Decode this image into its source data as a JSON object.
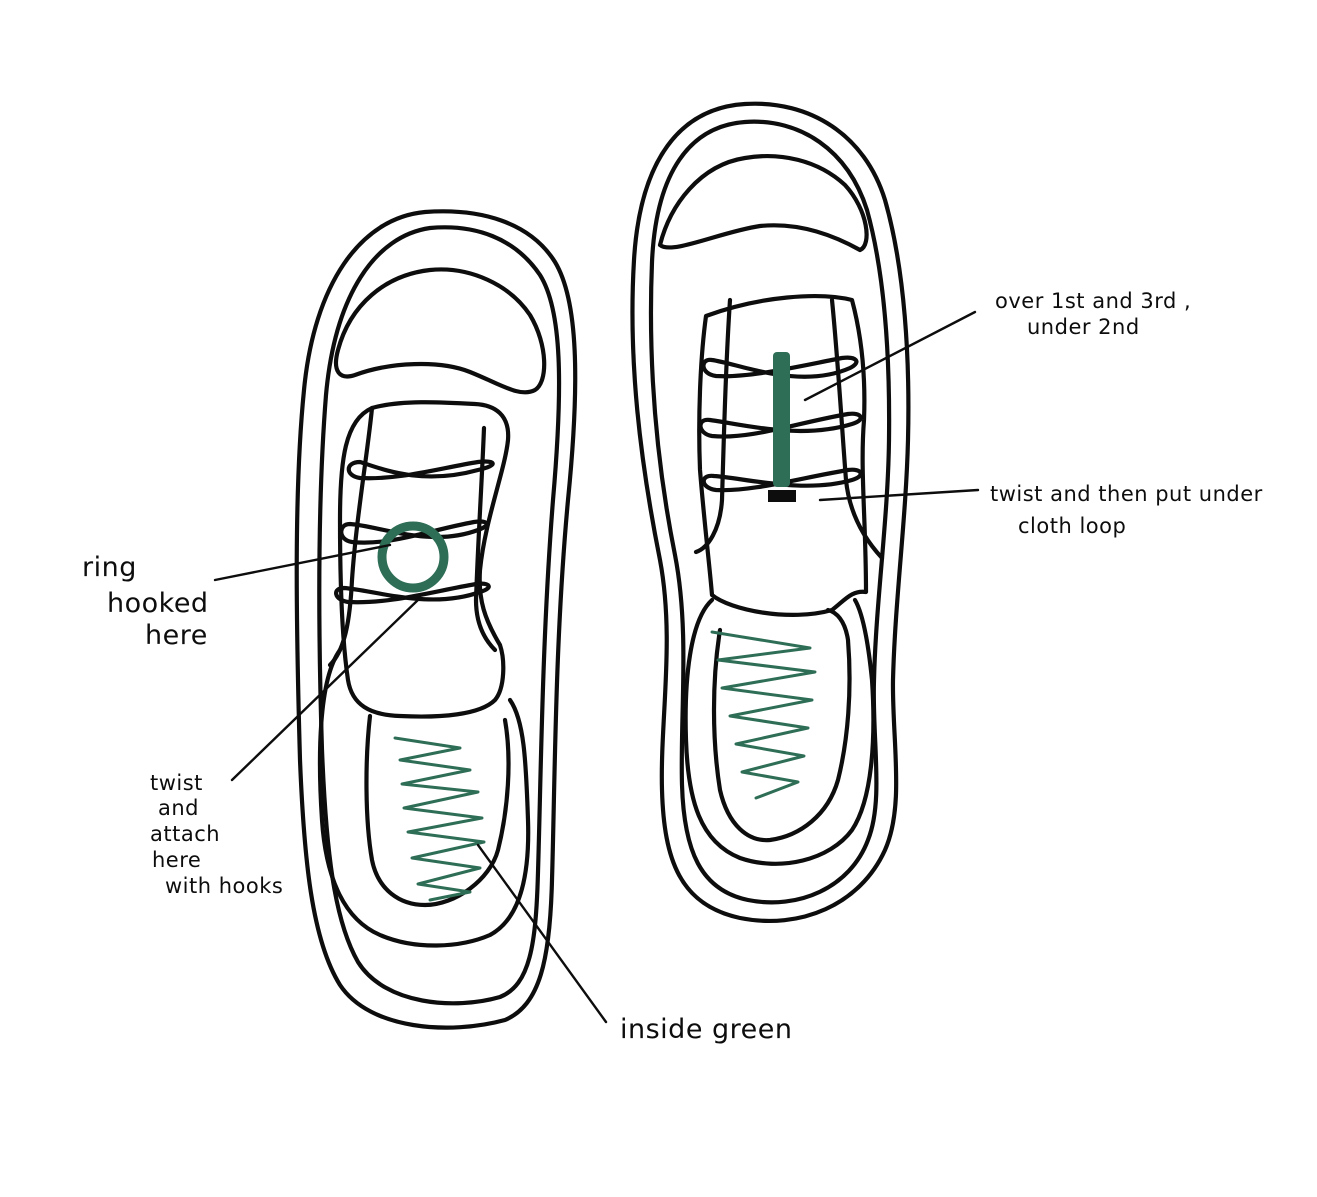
{
  "colors": {
    "ink": "#0d0d0d",
    "accent_green": "#2e6e56",
    "background": "#ffffff"
  },
  "labels": {
    "ring": [
      "ring",
      "hooked",
      "here"
    ],
    "twist_attach": [
      "twist",
      "and",
      "attach",
      "here",
      "with hooks"
    ],
    "inside_green": "inside green",
    "over_under": [
      "over 1st and 3rd ,",
      "under 2nd"
    ],
    "twist_under": [
      "twist and then put under",
      "cloth loop"
    ]
  }
}
